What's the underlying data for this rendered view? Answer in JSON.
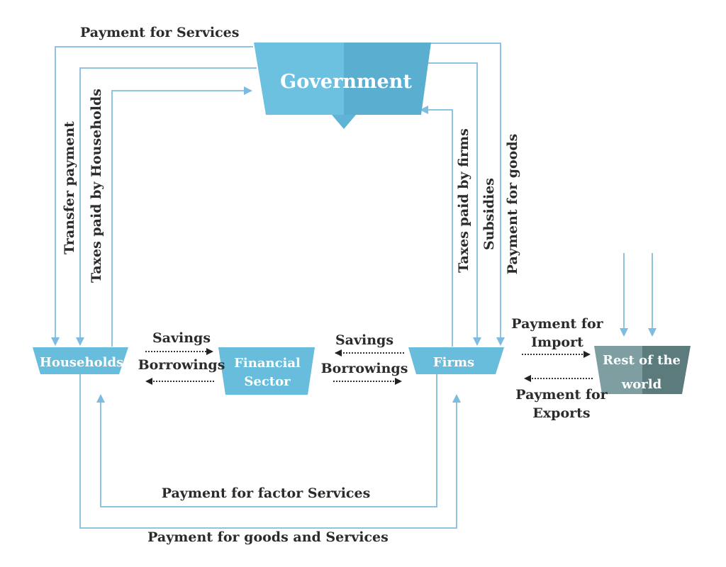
{
  "nodes": {
    "government": "Government",
    "households": "Households",
    "financial_sector": [
      "Financial",
      "Sector"
    ],
    "firms": "Firms",
    "rest_of_world": [
      "Rest of the",
      "world"
    ]
  },
  "flows": {
    "payment_for_services": "Payment for Services",
    "transfer_payment": "Transfer payment",
    "taxes_paid_by_households": "Taxes paid by Households",
    "taxes_paid_by_firms": "Taxes paid by  firms",
    "subsidies": "Subsidies",
    "payment_for_goods": "Payment for goods",
    "savings_left": "Savings",
    "borrowings_left": "Borrowings",
    "savings_right": "Savings",
    "borrowings_right": "Borrowings",
    "payment_for_import": [
      "Payment for",
      "Import"
    ],
    "payment_for_exports": [
      "Payment for",
      "Exports"
    ],
    "payment_for_factor_services": "Payment for factor Services",
    "payment_for_goods_and_services": "Payment for goods and Services"
  },
  "colors": {
    "node_light": "#68bcdc",
    "node_dark": "#5aafd1",
    "world_light": "#7f9ea1",
    "world_dark": "#5b7b7d",
    "flow_line": "#8fc3df",
    "text": "#2b2b2b"
  }
}
